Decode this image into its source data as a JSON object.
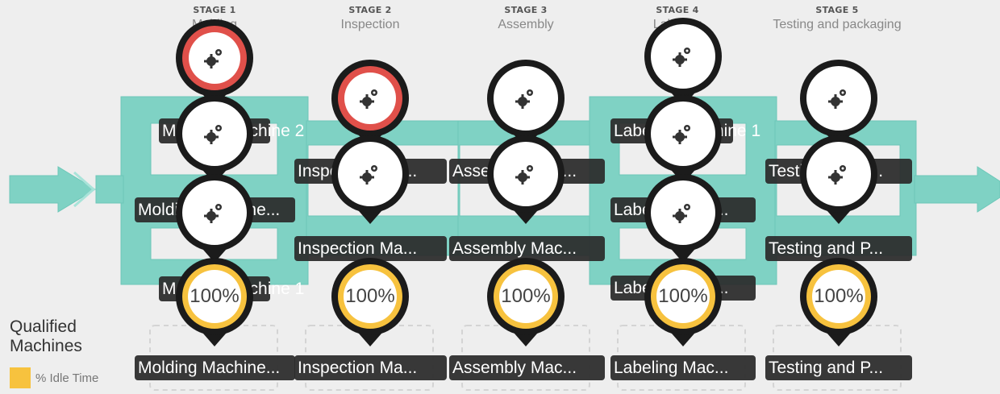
{
  "colors": {
    "flow": "#7fd2c4",
    "flow_edge": "#5fbfb0",
    "pin_dark": "#1b1b1b",
    "alert": "#e0504a",
    "idle": "#f7c23e"
  },
  "stages": [
    {
      "num": "STAGE 1",
      "name": "Molding",
      "machines": [
        {
          "label": "Molding Machine 2",
          "icon": "gears-icon",
          "alert": true
        },
        {
          "label": "Molding Machine...",
          "icon": "gears-icon",
          "alert": false
        }
      ],
      "qualified": [
        {
          "label": "Molding Machine 1",
          "idle_percent": "100%"
        },
        {
          "label": "Molding Machine...",
          "idle_percent": "100%"
        }
      ]
    },
    {
      "num": "STAGE 2",
      "name": "Inspection",
      "machines": [
        {
          "label": "Inspection Ma...",
          "icon": "gears-icon",
          "alert": true
        },
        {
          "label": "Inspection Ma...",
          "icon": "gears-icon",
          "alert": false
        }
      ],
      "qualified": [
        {
          "label": "Inspection Ma...",
          "idle_percent": "100%"
        }
      ]
    },
    {
      "num": "STAGE 3",
      "name": "Assembly",
      "machines": [
        {
          "label": "Assembly Mac...",
          "icon": "gears-icon",
          "alert": false
        },
        {
          "label": "Assembly Mac...",
          "icon": "gears-icon",
          "alert": false
        }
      ],
      "qualified": [
        {
          "label": "Assembly Mac...",
          "idle_percent": "100%"
        }
      ]
    },
    {
      "num": "STAGE 4",
      "name": "Labeling",
      "machines": [
        {
          "label": "Labeling Machine 1",
          "icon": "gears-icon",
          "alert": false
        },
        {
          "label": "Labeling Mac...",
          "icon": "gears-icon",
          "alert": false
        },
        {
          "label": "Labeling Mac...",
          "icon": "gears-icon",
          "alert": false
        }
      ],
      "qualified": [
        {
          "label": "Labeling Mac...",
          "idle_percent": "100%"
        }
      ]
    },
    {
      "num": "STAGE 5",
      "name": "Testing and packaging",
      "machines": [
        {
          "label": "Testing and P...",
          "icon": "gears-icon",
          "alert": false
        },
        {
          "label": "Testing and P...",
          "icon": "gears-icon",
          "alert": false
        }
      ],
      "qualified": [
        {
          "label": "Testing and P...",
          "idle_percent": "100%"
        }
      ]
    }
  ],
  "legend": {
    "title": "Qualified Machines",
    "item_label": "% Idle Time"
  }
}
